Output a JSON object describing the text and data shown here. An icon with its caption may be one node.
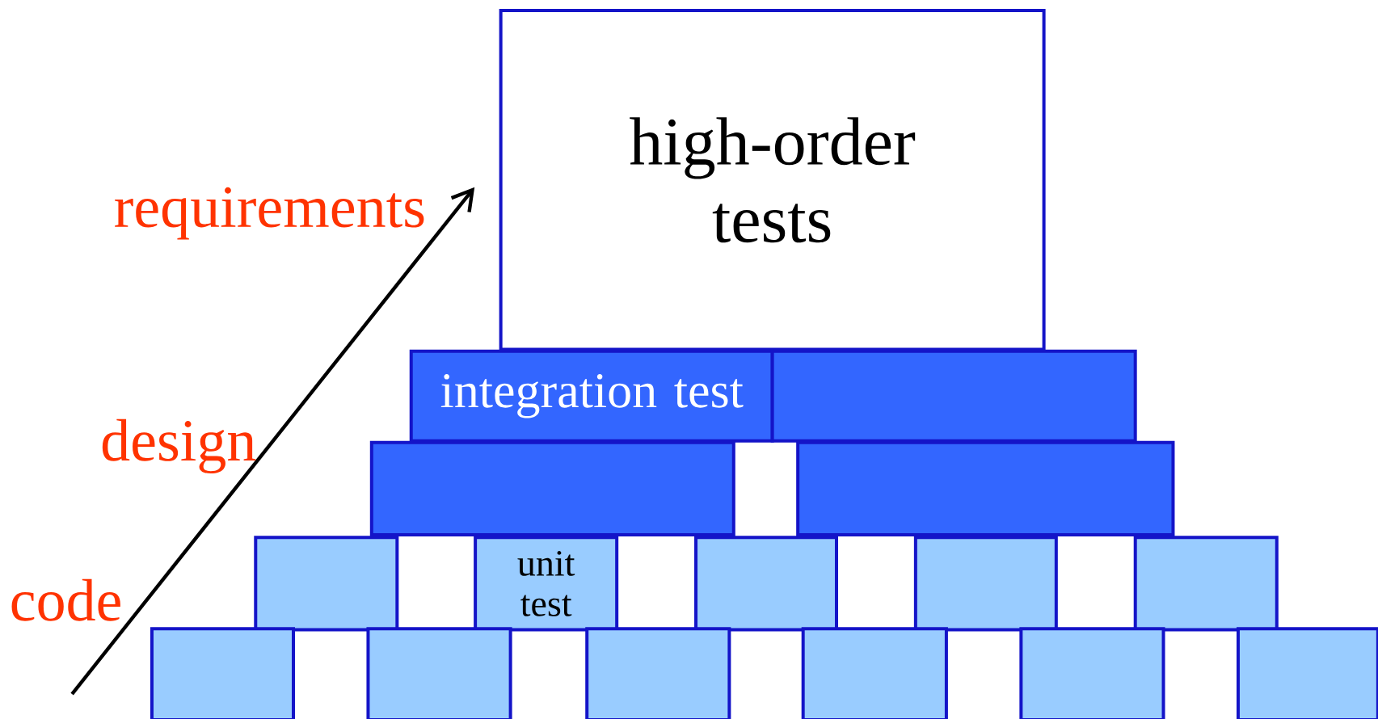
{
  "diagram": {
    "nodes": [
      {
        "text": [
          "high-order tests"
        ]
      },
      {
        "text": [
          "integration test"
        ]
      },
      {
        "text": [],
        "shape": "box"
      },
      {
        "text": [],
        "shape": "box"
      },
      {
        "text": [],
        "shape": "box"
      },
      {
        "text": [],
        "shape": "box"
      },
      {
        "text": [
          "unit test"
        ]
      },
      {
        "text": [],
        "shape": "box"
      },
      {
        "text": [],
        "shape": "box"
      },
      {
        "text": [],
        "shape": "box"
      },
      {
        "text": [],
        "shape": "box"
      },
      {
        "text": [],
        "shape": "box"
      },
      {
        "text": [],
        "shape": "box"
      },
      {
        "text": [],
        "shape": "box"
      },
      {
        "text": [],
        "shape": "box"
      },
      {
        "text": [],
        "shape": "box"
      }
    ],
    "labels": [
      "requirements",
      "design",
      "code"
    ]
  }
}
